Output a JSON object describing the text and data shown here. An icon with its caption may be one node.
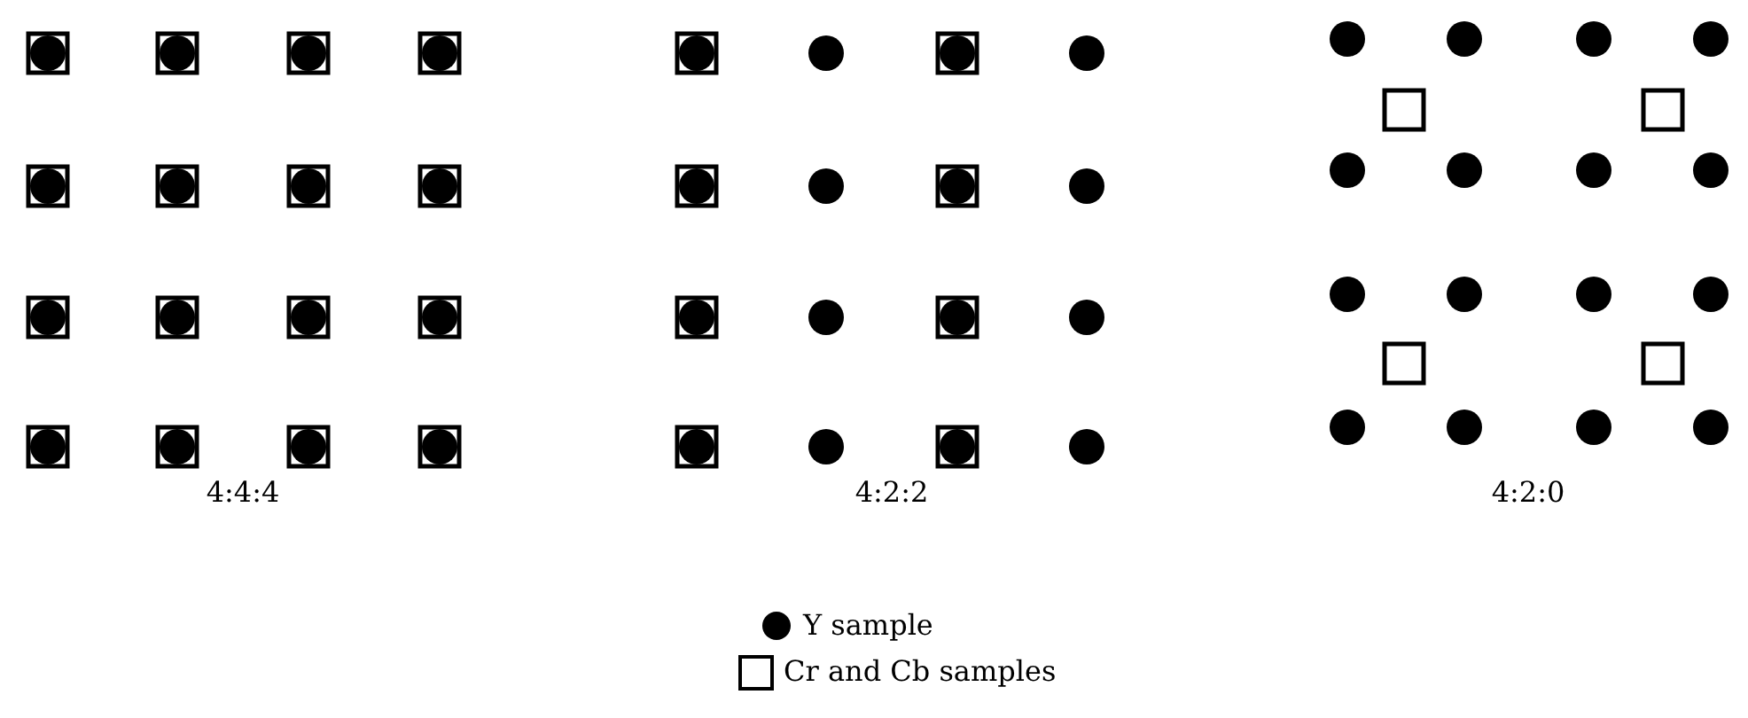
{
  "diagram": {
    "labels": [
      "4:4:4",
      "4:2:2",
      "4:2:0"
    ],
    "legend": [
      {
        "text": "Y sample"
      },
      {
        "text": "Cr and Cb samples"
      }
    ]
  }
}
